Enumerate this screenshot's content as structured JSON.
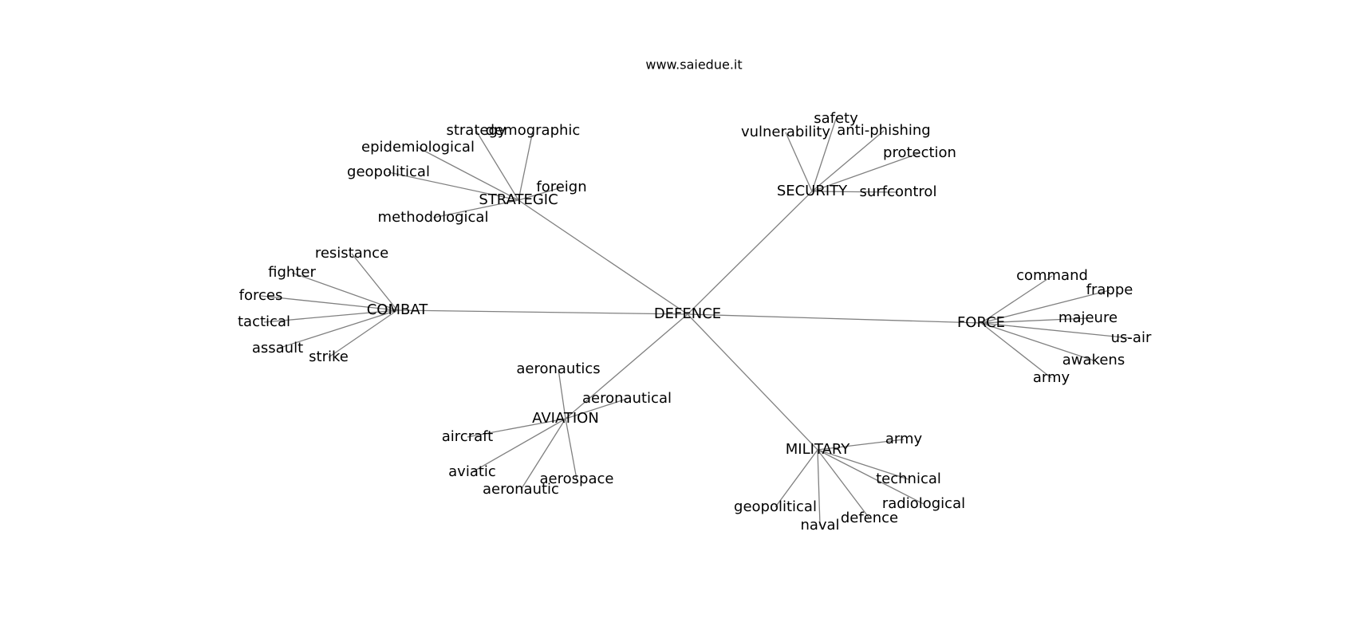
{
  "site": "www.saiedue.it",
  "style": {
    "edge_color": "#808080",
    "text_color": "#000000",
    "background": "#ffffff"
  },
  "graph": {
    "root": "DEFENCE",
    "clusters": [
      {
        "hub": "STRATEGIC",
        "leaves": [
          "strategy",
          "demographic",
          "epidemiological",
          "geopolitical",
          "foreign",
          "methodological"
        ]
      },
      {
        "hub": "SECURITY",
        "leaves": [
          "safety",
          "vulnerability",
          "anti-phishing",
          "protection",
          "surfcontrol"
        ]
      },
      {
        "hub": "COMBAT",
        "leaves": [
          "resistance",
          "fighter",
          "forces",
          "tactical",
          "assault",
          "strike"
        ]
      },
      {
        "hub": "FORCE",
        "leaves": [
          "command",
          "frappe",
          "majeure",
          "us-air",
          "awakens",
          "army"
        ]
      },
      {
        "hub": "AVIATION",
        "leaves": [
          "aeronautics",
          "aeronautical",
          "aircraft",
          "aviatic",
          "aeronautic",
          "aerospace"
        ]
      },
      {
        "hub": "MILITARY",
        "leaves": [
          "army",
          "technical",
          "radiological",
          "geopolitical",
          "naval",
          "defence"
        ]
      }
    ]
  }
}
